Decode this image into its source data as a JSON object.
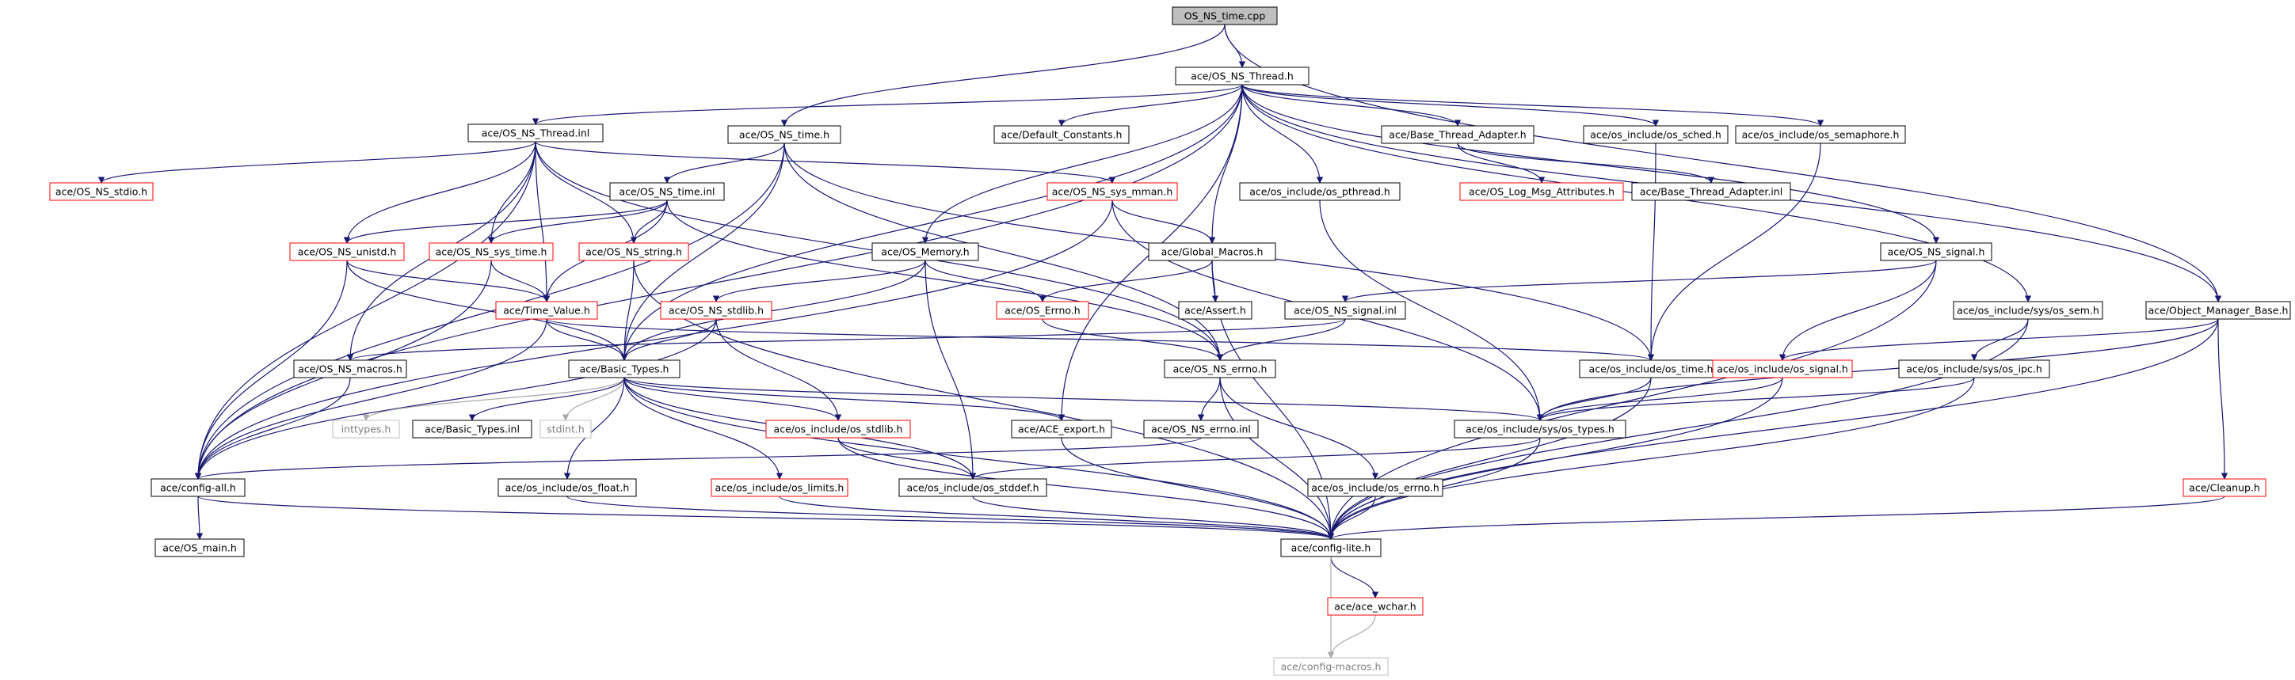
{
  "diagram": {
    "nodes": [
      {
        "id": "root",
        "label": "OS_NS_time.cpp",
        "style": "root"
      },
      {
        "id": "thread_h",
        "label": "ace/OS_NS_Thread.h",
        "style": "normal"
      },
      {
        "id": "thread_inl",
        "label": "ace/OS_NS_Thread.inl",
        "style": "normal"
      },
      {
        "id": "time_h",
        "label": "ace/OS_NS_time.h",
        "style": "normal"
      },
      {
        "id": "default_constants",
        "label": "ace/Default_Constants.h",
        "style": "normal"
      },
      {
        "id": "base_thread_adapter_h",
        "label": "ace/Base_Thread_Adapter.h",
        "style": "normal"
      },
      {
        "id": "os_sched",
        "label": "ace/os_include/os_sched.h",
        "style": "normal"
      },
      {
        "id": "os_semaphore",
        "label": "ace/os_include/os_semaphore.h",
        "style": "normal"
      },
      {
        "id": "os_stdio",
        "label": "ace/OS_NS_stdio.h",
        "style": "red"
      },
      {
        "id": "time_inl",
        "label": "ace/OS_NS_time.inl",
        "style": "normal"
      },
      {
        "id": "sys_mman",
        "label": "ace/OS_NS_sys_mman.h",
        "style": "red"
      },
      {
        "id": "os_pthread",
        "label": "ace/os_include/os_pthread.h",
        "style": "normal"
      },
      {
        "id": "log_msg_attr",
        "label": "ace/OS_Log_Msg_Attributes.h",
        "style": "red"
      },
      {
        "id": "base_thread_adapter_inl",
        "label": "ace/Base_Thread_Adapter.inl",
        "style": "normal"
      },
      {
        "id": "unistd",
        "label": "ace/OS_NS_unistd.h",
        "style": "red"
      },
      {
        "id": "sys_time",
        "label": "ace/OS_NS_sys_time.h",
        "style": "red"
      },
      {
        "id": "string",
        "label": "ace/OS_NS_string.h",
        "style": "red"
      },
      {
        "id": "memory",
        "label": "ace/OS_Memory.h",
        "style": "normal"
      },
      {
        "id": "global_macros",
        "label": "ace/Global_Macros.h",
        "style": "normal"
      },
      {
        "id": "signal_h",
        "label": "ace/OS_NS_signal.h",
        "style": "normal"
      },
      {
        "id": "time_value",
        "label": "ace/Time_Value.h",
        "style": "red"
      },
      {
        "id": "stdlib",
        "label": "ace/OS_NS_stdlib.h",
        "style": "red"
      },
      {
        "id": "errno_cls",
        "label": "ace/OS_Errno.h",
        "style": "red"
      },
      {
        "id": "assert",
        "label": "ace/Assert.h",
        "style": "normal"
      },
      {
        "id": "signal_inl",
        "label": "ace/OS_NS_signal.inl",
        "style": "normal"
      },
      {
        "id": "os_sys_sem",
        "label": "ace/os_include/sys/os_sem.h",
        "style": "normal"
      },
      {
        "id": "object_manager_base",
        "label": "ace/Object_Manager_Base.h",
        "style": "normal"
      },
      {
        "id": "ns_macros",
        "label": "ace/OS_NS_macros.h",
        "style": "normal"
      },
      {
        "id": "basic_types_h",
        "label": "ace/Basic_Types.h",
        "style": "normal"
      },
      {
        "id": "ns_errno_h",
        "label": "ace/OS_NS_errno.h",
        "style": "normal"
      },
      {
        "id": "os_time",
        "label": "ace/os_include/os_time.h",
        "style": "normal"
      },
      {
        "id": "os_signal",
        "label": "ace/os_include/os_signal.h",
        "style": "red"
      },
      {
        "id": "os_ipc",
        "label": "ace/os_include/sys/os_ipc.h",
        "style": "normal"
      },
      {
        "id": "inttypes",
        "label": "inttypes.h",
        "style": "gray"
      },
      {
        "id": "basic_types_inl",
        "label": "ace/Basic_Types.inl",
        "style": "normal"
      },
      {
        "id": "stdint",
        "label": "stdint.h",
        "style": "gray"
      },
      {
        "id": "os_stdlib",
        "label": "ace/os_include/os_stdlib.h",
        "style": "red"
      },
      {
        "id": "ace_export",
        "label": "ace/ACE_export.h",
        "style": "normal"
      },
      {
        "id": "ns_errno_inl",
        "label": "ace/OS_NS_errno.inl",
        "style": "normal"
      },
      {
        "id": "os_sys_types",
        "label": "ace/os_include/sys/os_types.h",
        "style": "normal"
      },
      {
        "id": "config_all",
        "label": "ace/config-all.h",
        "style": "normal"
      },
      {
        "id": "os_float",
        "label": "ace/os_include/os_float.h",
        "style": "normal"
      },
      {
        "id": "os_limits",
        "label": "ace/os_include/os_limits.h",
        "style": "red"
      },
      {
        "id": "os_stddef",
        "label": "ace/os_include/os_stddef.h",
        "style": "normal"
      },
      {
        "id": "os_errno",
        "label": "ace/os_include/os_errno.h",
        "style": "normal"
      },
      {
        "id": "cleanup",
        "label": "ace/Cleanup.h",
        "style": "red"
      },
      {
        "id": "os_main",
        "label": "ace/OS_main.h",
        "style": "normal"
      },
      {
        "id": "config_lite",
        "label": "ace/config-lite.h",
        "style": "normal"
      },
      {
        "id": "ace_wchar",
        "label": "ace/ace_wchar.h",
        "style": "red"
      },
      {
        "id": "config_macros",
        "label": "ace/config-macros.h",
        "style": "gray"
      }
    ],
    "edges": [
      [
        "root",
        "thread_h"
      ],
      [
        "root",
        "time_h"
      ],
      [
        "root",
        "object_manager_base"
      ],
      [
        "thread_h",
        "thread_inl"
      ],
      [
        "thread_h",
        "config_all"
      ],
      [
        "thread_h",
        "default_constants"
      ],
      [
        "thread_h",
        "base_thread_adapter_h"
      ],
      [
        "thread_h",
        "os_sched"
      ],
      [
        "thread_h",
        "os_semaphore"
      ],
      [
        "thread_h",
        "os_pthread"
      ],
      [
        "thread_h",
        "global_macros"
      ],
      [
        "thread_h",
        "memory"
      ],
      [
        "thread_h",
        "signal_h"
      ],
      [
        "thread_h",
        "os_sys_sem"
      ],
      [
        "thread_h",
        "object_manager_base"
      ],
      [
        "thread_h",
        "basic_types_h"
      ],
      [
        "thread_h",
        "ace_export"
      ],
      [
        "thread_inl",
        "os_stdio"
      ],
      [
        "thread_inl",
        "unistd"
      ],
      [
        "thread_inl",
        "sys_time"
      ],
      [
        "thread_inl",
        "string"
      ],
      [
        "thread_inl",
        "sys_mman"
      ],
      [
        "thread_inl",
        "time_value"
      ],
      [
        "thread_inl",
        "ns_errno_h"
      ],
      [
        "thread_inl",
        "config_all"
      ],
      [
        "thread_inl",
        "ns_macros"
      ],
      [
        "time_h",
        "time_inl"
      ],
      [
        "time_h",
        "config_all"
      ],
      [
        "time_h",
        "basic_types_h"
      ],
      [
        "time_h",
        "ns_errno_h"
      ],
      [
        "time_h",
        "os_time"
      ],
      [
        "base_thread_adapter_h",
        "log_msg_attr"
      ],
      [
        "base_thread_adapter_h",
        "base_thread_adapter_inl"
      ],
      [
        "os_sched",
        "os_time"
      ],
      [
        "os_semaphore",
        "os_time"
      ],
      [
        "time_inl",
        "unistd"
      ],
      [
        "time_inl",
        "sys_time"
      ],
      [
        "time_inl",
        "string"
      ],
      [
        "time_inl",
        "time_value"
      ],
      [
        "time_inl",
        "ns_errno_h"
      ],
      [
        "sys_mman",
        "global_macros"
      ],
      [
        "sys_mman",
        "os_sys_types"
      ],
      [
        "sys_mman",
        "config_all"
      ],
      [
        "os_pthread",
        "os_sys_types"
      ],
      [
        "unistd",
        "basic_types_h"
      ],
      [
        "unistd",
        "time_value"
      ],
      [
        "unistd",
        "config_all"
      ],
      [
        "sys_time",
        "time_value"
      ],
      [
        "sys_time",
        "config_all"
      ],
      [
        "string",
        "basic_types_h"
      ],
      [
        "string",
        "config_lite"
      ],
      [
        "memory",
        "errno_cls"
      ],
      [
        "memory",
        "stdlib"
      ],
      [
        "memory",
        "basic_types_h"
      ],
      [
        "memory",
        "os_stddef"
      ],
      [
        "global_macros",
        "errno_cls"
      ],
      [
        "global_macros",
        "assert"
      ],
      [
        "global_macros",
        "config_lite"
      ],
      [
        "signal_h",
        "signal_inl"
      ],
      [
        "signal_h",
        "os_signal"
      ],
      [
        "signal_h",
        "config_lite"
      ],
      [
        "time_value",
        "basic_types_h"
      ],
      [
        "time_value",
        "os_time"
      ],
      [
        "time_value",
        "config_all"
      ],
      [
        "stdlib",
        "basic_types_h"
      ],
      [
        "stdlib",
        "os_stdlib"
      ],
      [
        "stdlib",
        "config_all"
      ],
      [
        "errno_cls",
        "ns_errno_h"
      ],
      [
        "signal_inl",
        "ns_errno_h"
      ],
      [
        "signal_inl",
        "ns_macros"
      ],
      [
        "os_sys_sem",
        "os_ipc"
      ],
      [
        "os_sys_sem",
        "config_lite"
      ],
      [
        "object_manager_base",
        "os_signal"
      ],
      [
        "object_manager_base",
        "cleanup"
      ],
      [
        "object_manager_base",
        "os_sys_types"
      ],
      [
        "object_manager_base",
        "config_lite"
      ],
      [
        "ns_macros",
        "config_all"
      ],
      [
        "basic_types_h",
        "inttypes"
      ],
      [
        "basic_types_h",
        "basic_types_inl"
      ],
      [
        "basic_types_h",
        "stdint"
      ],
      [
        "basic_types_h",
        "os_stdlib"
      ],
      [
        "basic_types_h",
        "ace_export"
      ],
      [
        "basic_types_h",
        "os_float"
      ],
      [
        "basic_types_h",
        "os_limits"
      ],
      [
        "basic_types_h",
        "os_stddef"
      ],
      [
        "basic_types_h",
        "os_sys_types"
      ],
      [
        "basic_types_h",
        "config_lite"
      ],
      [
        "ns_errno_h",
        "ns_errno_inl"
      ],
      [
        "ns_errno_h",
        "os_errno"
      ],
      [
        "ns_errno_h",
        "config_lite"
      ],
      [
        "os_time",
        "os_sys_types"
      ],
      [
        "os_time",
        "config_lite"
      ],
      [
        "os_signal",
        "os_sys_types"
      ],
      [
        "os_signal",
        "config_lite"
      ],
      [
        "os_ipc",
        "os_sys_types"
      ],
      [
        "os_ipc",
        "config_lite"
      ],
      [
        "os_stdlib",
        "os_stddef"
      ],
      [
        "os_stdlib",
        "config_lite"
      ],
      [
        "ace_export",
        "config_lite"
      ],
      [
        "ns_errno_inl",
        "config_all"
      ],
      [
        "os_sys_types",
        "os_stddef"
      ],
      [
        "os_sys_types",
        "config_lite"
      ],
      [
        "config_all",
        "os_main"
      ],
      [
        "config_all",
        "config_lite"
      ],
      [
        "os_float",
        "config_lite"
      ],
      [
        "os_limits",
        "config_lite"
      ],
      [
        "os_stddef",
        "config_lite"
      ],
      [
        "os_errno",
        "config_lite"
      ],
      [
        "cleanup",
        "config_lite"
      ],
      [
        "config_lite",
        "ace_wchar"
      ],
      [
        "config_lite",
        "config_macros"
      ],
      [
        "ace_wchar",
        "config_macros"
      ]
    ]
  }
}
